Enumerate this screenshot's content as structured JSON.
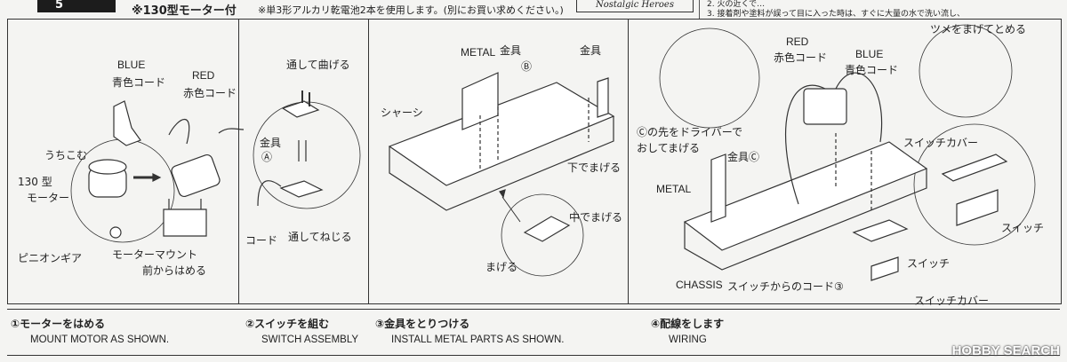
{
  "header": {
    "step_number": "5",
    "title": "※130型モーター付",
    "note": "※単3形アルカリ乾電池2本を使用します。(別にお買い求めください。)",
    "series_logo": "Nostalgic Heroes",
    "warnings": [
      "2. 火の近くで…",
      "3. 接着剤や塗料が誤って目に入った時は、すぐに大量の水で洗い流し、"
    ]
  },
  "panel1": {
    "blue": "BLUE",
    "blue_jp": "青色コード",
    "red": "RED",
    "red_jp": "赤色コード",
    "uchikomu": "うちこむ",
    "motor_type": "130 型",
    "motor": "モーター",
    "pinion": "ピニオンギア",
    "mount": "モーターマウント",
    "front_insert": "前からはめる"
  },
  "panel2": {
    "pass_bend": "通して曲げる",
    "bracket": "金具",
    "bracket_letter": "Ⓐ",
    "cord": "コード",
    "pass_screw": "通してねじる"
  },
  "panel3": {
    "metal": "METAL",
    "bracket_b": "金具",
    "letter_b": "Ⓑ",
    "bracket": "金具",
    "chassis_jp": "シャーシ",
    "bend_down": "下でまげる",
    "bend_middle": "中でまげる",
    "bend": "まげる"
  },
  "panel4": {
    "red": "RED",
    "red_jp": "赤色コード",
    "blue": "BLUE",
    "blue_jp": "青色コード",
    "tab_bend": "ツメをまげてとめる",
    "driver_note_1": "Ⓒの先をドライバーで",
    "driver_note_2": "おしてまげる",
    "bracket_c": "金具Ⓒ",
    "metal": "METAL",
    "switch_cover": "スイッチカバー",
    "switch": "スイッチ",
    "switch2": "スイッチ",
    "switch_cover2": "スイッチカバー",
    "chassis": "CHASSIS",
    "switch_cord": "スイッチからのコード③"
  },
  "steps": [
    {
      "jp": "①モーターをはめる",
      "en": "MOUNT MOTOR AS SHOWN."
    },
    {
      "jp": "②スイッチを組む",
      "en": "SWITCH ASSEMBLY"
    },
    {
      "jp": "③金具をとりつける",
      "en": "INSTALL METAL PARTS AS SHOWN."
    },
    {
      "jp": "④配線をします",
      "en": "WIRING"
    }
  ],
  "watermark": "HOBBY SEARCH"
}
